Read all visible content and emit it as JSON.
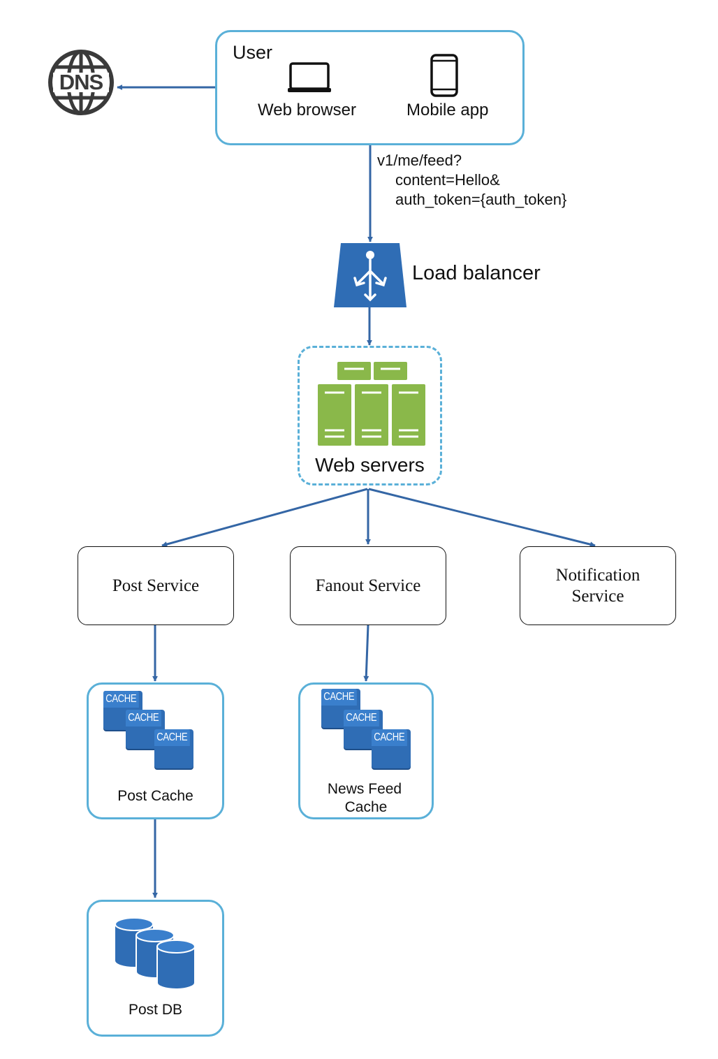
{
  "user": {
    "title": "User",
    "web_browser": "Web browser",
    "mobile_app": "Mobile app"
  },
  "dns": {
    "label": "DNS"
  },
  "request": {
    "line1": "v1/me/feed?",
    "line2": "content=Hello&",
    "line3": "auth_token={auth_token}"
  },
  "load_balancer": {
    "label": "Load balancer"
  },
  "web_servers": {
    "label": "Web servers"
  },
  "services": {
    "post": "Post Service",
    "fanout": "Fanout Service",
    "notification_line1": "Notification",
    "notification_line2": "Service"
  },
  "caches": {
    "tag": "CACHE",
    "post_cache": "Post Cache",
    "news_feed_line1": "News Feed",
    "news_feed_line2": "Cache"
  },
  "db": {
    "post_db": "Post DB"
  },
  "colors": {
    "arrow": "#3466a5",
    "box_border_blue": "#5ab0d8",
    "load_balancer": "#2f6db5",
    "server_green": "#8ab84a",
    "cache_blue": "#2f6db5",
    "db_blue": "#2f6db5"
  }
}
